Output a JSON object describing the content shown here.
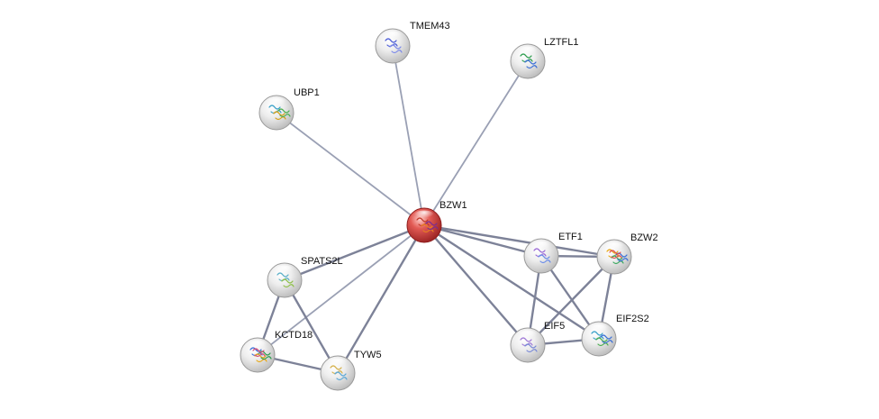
{
  "network": {
    "center": "BZW1",
    "nodes": [
      {
        "id": "BZW1",
        "label": "BZW1",
        "query": true,
        "glyph_colors": [
          "#c0392b",
          "#e67e22",
          "#7b2d8e"
        ]
      },
      {
        "id": "TMEM43",
        "label": "TMEM43",
        "query": false,
        "glyph_colors": [
          "#4a5bd6",
          "#7d8ae8"
        ]
      },
      {
        "id": "LZTFL1",
        "label": "LZTFL1",
        "query": false,
        "glyph_colors": [
          "#2e9d4f",
          "#3b6fd6"
        ]
      },
      {
        "id": "UBP1",
        "label": "UBP1",
        "query": false,
        "glyph_colors": [
          "#3aa0c8",
          "#d4a017",
          "#4caf50"
        ]
      },
      {
        "id": "ETF1",
        "label": "ETF1",
        "query": false,
        "glyph_colors": [
          "#9b6ad6",
          "#6b8ce8"
        ]
      },
      {
        "id": "BZW2",
        "label": "BZW2",
        "query": false,
        "glyph_colors": [
          "#e6a817",
          "#3aa860",
          "#3b6fd6",
          "#e05050"
        ]
      },
      {
        "id": "SPATS2L",
        "label": "SPATS2L",
        "query": false,
        "glyph_colors": [
          "#5cb0c8",
          "#8fbf4a"
        ]
      },
      {
        "id": "KCTD18",
        "label": "KCTD18",
        "query": false,
        "glyph_colors": [
          "#3b6fd6",
          "#e6a817",
          "#2e9d4f",
          "#d6507a"
        ]
      },
      {
        "id": "TYW5",
        "label": "TYW5",
        "query": false,
        "glyph_colors": [
          "#d4b04a",
          "#5ca8d6"
        ]
      },
      {
        "id": "EIF5",
        "label": "EIF5",
        "query": false,
        "glyph_colors": [
          "#a07ad6",
          "#7a8ad6"
        ]
      },
      {
        "id": "EIF2S2",
        "label": "EIF2S2",
        "query": false,
        "glyph_colors": [
          "#3aa0c8",
          "#4caf50",
          "#3b6fd6"
        ]
      }
    ],
    "edges": [
      [
        "BZW1",
        "TMEM43"
      ],
      [
        "BZW1",
        "LZTFL1"
      ],
      [
        "BZW1",
        "UBP1"
      ],
      [
        "BZW1",
        "ETF1"
      ],
      [
        "BZW1",
        "BZW2"
      ],
      [
        "BZW1",
        "EIF5"
      ],
      [
        "BZW1",
        "EIF2S2"
      ],
      [
        "BZW1",
        "SPATS2L"
      ],
      [
        "BZW1",
        "KCTD18"
      ],
      [
        "BZW1",
        "TYW5"
      ],
      [
        "ETF1",
        "BZW2"
      ],
      [
        "ETF1",
        "EIF5"
      ],
      [
        "ETF1",
        "EIF2S2"
      ],
      [
        "BZW2",
        "EIF5"
      ],
      [
        "BZW2",
        "EIF2S2"
      ],
      [
        "EIF5",
        "EIF2S2"
      ],
      [
        "SPATS2L",
        "KCTD18"
      ],
      [
        "SPATS2L",
        "TYW5"
      ],
      [
        "KCTD18",
        "TYW5"
      ]
    ]
  },
  "colors": {
    "edge": "#9aa0b4",
    "edge_strong": "#7d8298",
    "node_fill": "#e6e6e6",
    "node_border": "#9a9a9a",
    "query_fill": "#d23a3a",
    "query_border": "#8e1c1c",
    "label": "#111111",
    "background": "#ffffff"
  }
}
